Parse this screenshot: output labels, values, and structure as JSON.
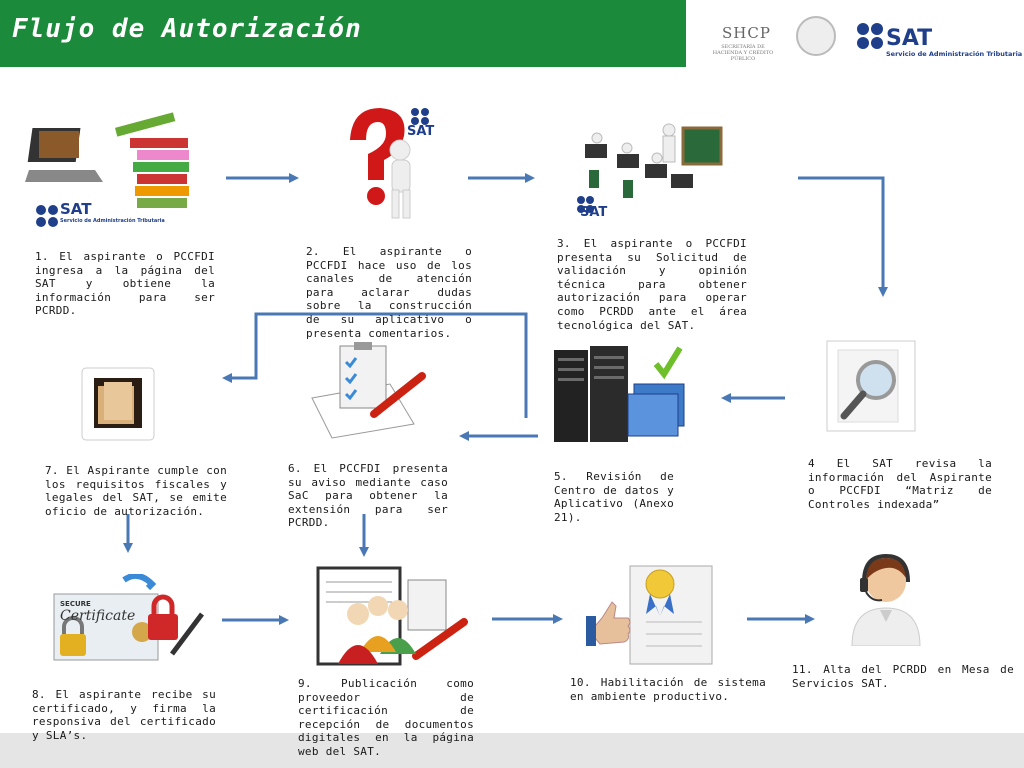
{
  "header": {
    "title": "Flujo de Autorización",
    "shcp_label": "SHCP",
    "shcp_sub": "SECRETARÍA DE HACIENDA Y CRÉDITO PÚBLICO",
    "sat_label": "SAT",
    "sat_sub": "Servicio de Administración Tributaria"
  },
  "steps": [
    {
      "text": "1. El aspirante o PCCFDI ingresa a la página del SAT y obtiene la información para ser PCRDD."
    },
    {
      "text": "2. El aspirante o PCCFDI hace uso de los canales de atención para aclarar dudas sobre la construcción de su aplicativo o presenta comentarios."
    },
    {
      "text": "3. El aspirante o PCCFDI presenta su Solicitud de validación y opinión técnica para obtener autorización para operar como PCRDD ante el área tecnológica del SAT."
    },
    {
      "text": "4 El SAT revisa la información del Aspirante o PCCFDI “Matriz de Controles indexada”"
    },
    {
      "text": "5. Revisión de Centro de datos y Aplicativo (Anexo 21)."
    },
    {
      "text": "6. El PCCFDI presenta su aviso mediante caso SaC para obtener la extensión para ser PCRDD."
    },
    {
      "text": "7. El Aspirante cumple con los requisitos fiscales y legales del SAT, se emite oficio de autorización."
    },
    {
      "text": "8. El aspirante recibe su certificado, y firma la responsiva del certificado y SLA’s."
    },
    {
      "text": "9. Publicación como proveedor de certificación de recepción de documentos digitales en la página web del SAT."
    },
    {
      "text": "10. Habilitación de sistema en ambiente productivo."
    },
    {
      "text": "11. Alta del PCRDD en Mesa de Servicios SAT."
    }
  ],
  "icon_labels": {
    "sat_text": "SAT",
    "sat_sub": "Servicio de Administración Tributaria",
    "certificate_title": "Certificate",
    "certificate_secure": "SECURE"
  },
  "colors": {
    "header_green": "#1b8a3a",
    "arrow_blue": "#4a78b5",
    "sat_blue": "#1f3f8a"
  }
}
